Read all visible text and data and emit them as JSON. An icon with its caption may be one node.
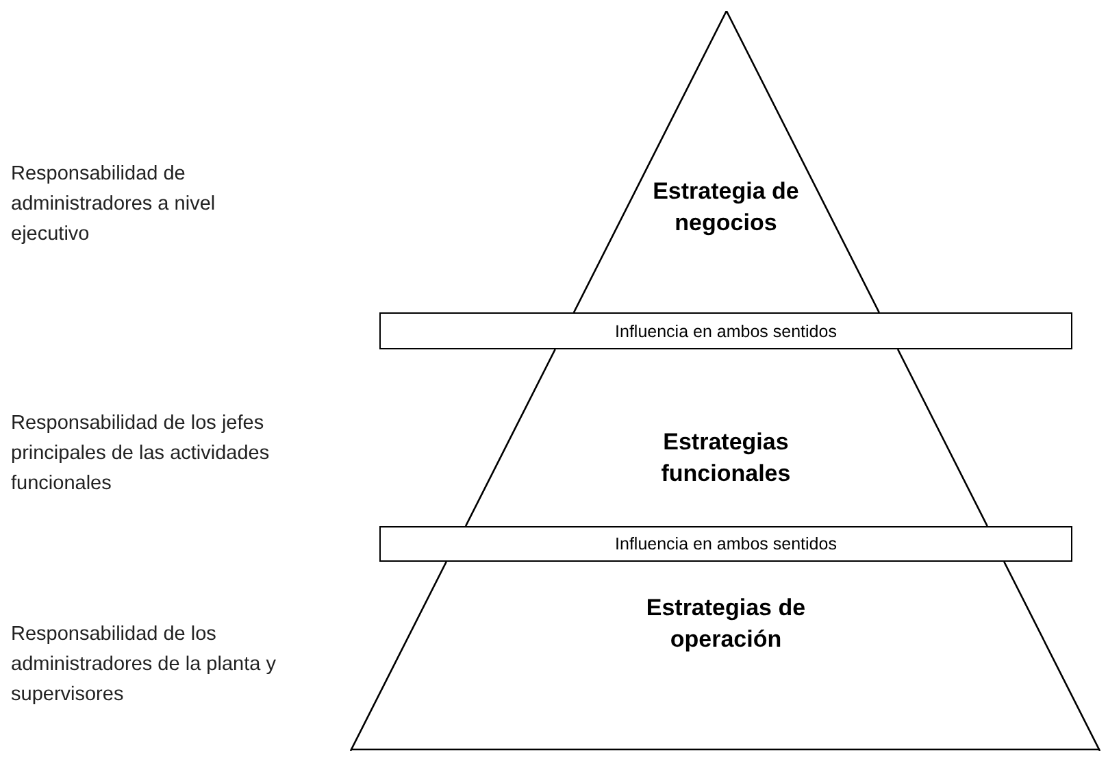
{
  "diagram": {
    "nodes": [
      {
        "text": [
          "Estrategia de negocios"
        ]
      },
      {
        "text": [
          "Influencia en ambos sentidos"
        ]
      },
      {
        "text": [
          "Estrategias funcionales"
        ]
      },
      {
        "text": [
          "Influencia en ambos sentidos"
        ]
      },
      {
        "text": [
          "Estrategias de operación"
        ]
      }
    ],
    "labels": [
      "Responsabilidad de administradores a nivel ejecutivo",
      "Responsabilidad de los jefes principales de las actividades funcionales",
      "Responsabilidad de los administradores de la planta y supervisores"
    ]
  }
}
